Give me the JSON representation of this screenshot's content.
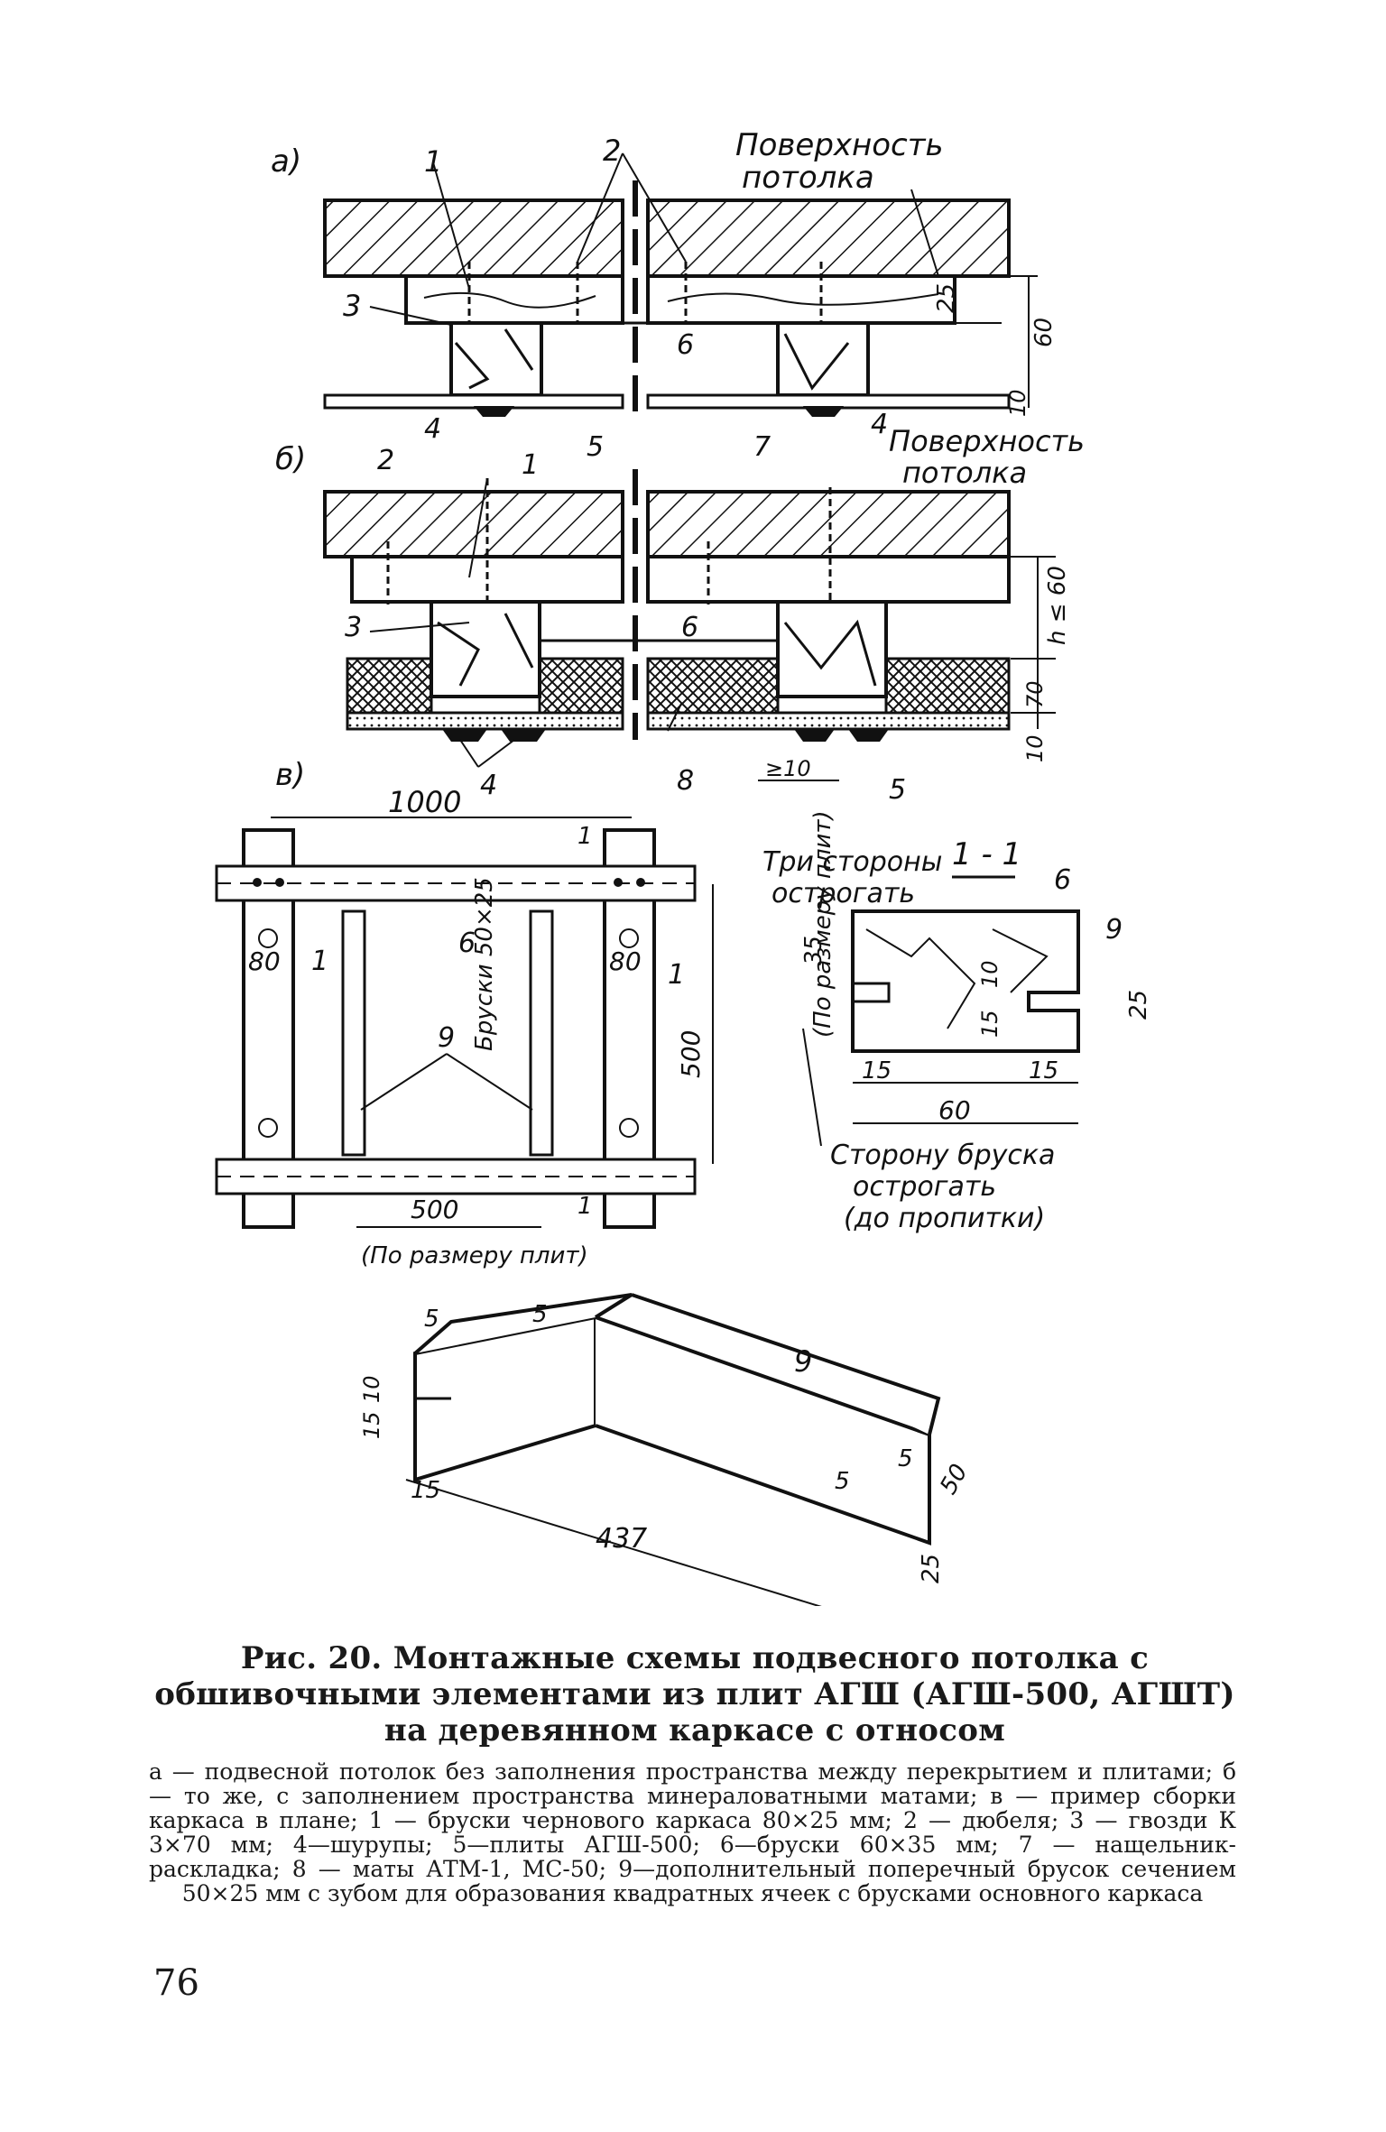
{
  "panel_labels": {
    "a": "а)",
    "b": "б)",
    "v": "в)"
  },
  "surface_label": [
    "Поверхность",
    "потолка"
  ],
  "surface_label_b": [
    "Поверхность",
    "потолка"
  ],
  "callouts": {
    "c1": "1",
    "c2": "2",
    "c3": "3",
    "c4": "4",
    "c5": "5",
    "c6": "6",
    "c7": "7",
    "c8": "8",
    "c9": "9"
  },
  "dims_a": {
    "d25": "25",
    "d60": "60",
    "d10": "10"
  },
  "dims_b": {
    "h": "h ≤ 60",
    "d70": "70",
    "d10": "10",
    "d10b": "≥10"
  },
  "plan": {
    "d1000": "1000",
    "d80": "80",
    "d500": "500",
    "d500b": "500",
    "plates_v": "(По размеру плит)",
    "plates_h": "(По размеру плит)",
    "bars": "Бруски 50×25",
    "cut": "1"
  },
  "section": {
    "title": "1 - 1",
    "three_sides": [
      "Три стороны",
      "острогать"
    ],
    "d35": "35",
    "d10": "10",
    "d15": "15",
    "d25": "25",
    "d15a": "15",
    "d15b": "15",
    "d60": "60",
    "side_note": [
      "Сторону бруска",
      "острогать",
      "(до пропитки)"
    ]
  },
  "iso": {
    "d5a": "5",
    "d5b": "5",
    "d10": "10",
    "d15": "15",
    "d15b": "15",
    "d437": "437",
    "d5c": "5",
    "d5d": "5",
    "d50": "50",
    "d25": "25"
  },
  "caption": {
    "title": "Рис. 20. Монтажные схемы подвесного потолка с обшивочными элементами из плит АГШ (АГШ-500, АГШТ) на деревянном каркасе с относом",
    "body": "а — подвесной потолок без заполнения пространства между перекрытием и плитами; б — то же, с заполнением пространства минераловатными матами; в — пример сборки каркаса в плане; 1 — бруски чернового каркаса 80×25 мм; 2 — дюбеля; 3 — гвозди К 3×70 мм; 4—шурупы; 5—плиты АГШ-500; 6—бруски 60×35 мм; 7 — нащельник-раскладка; 8 — маты АТМ-1, МС-50; 9—дополнительный поперечный брусок сечением 50×25 мм с зубом для образования квадратных ячеек с брусками основного каркаса"
  },
  "page_number": "76"
}
